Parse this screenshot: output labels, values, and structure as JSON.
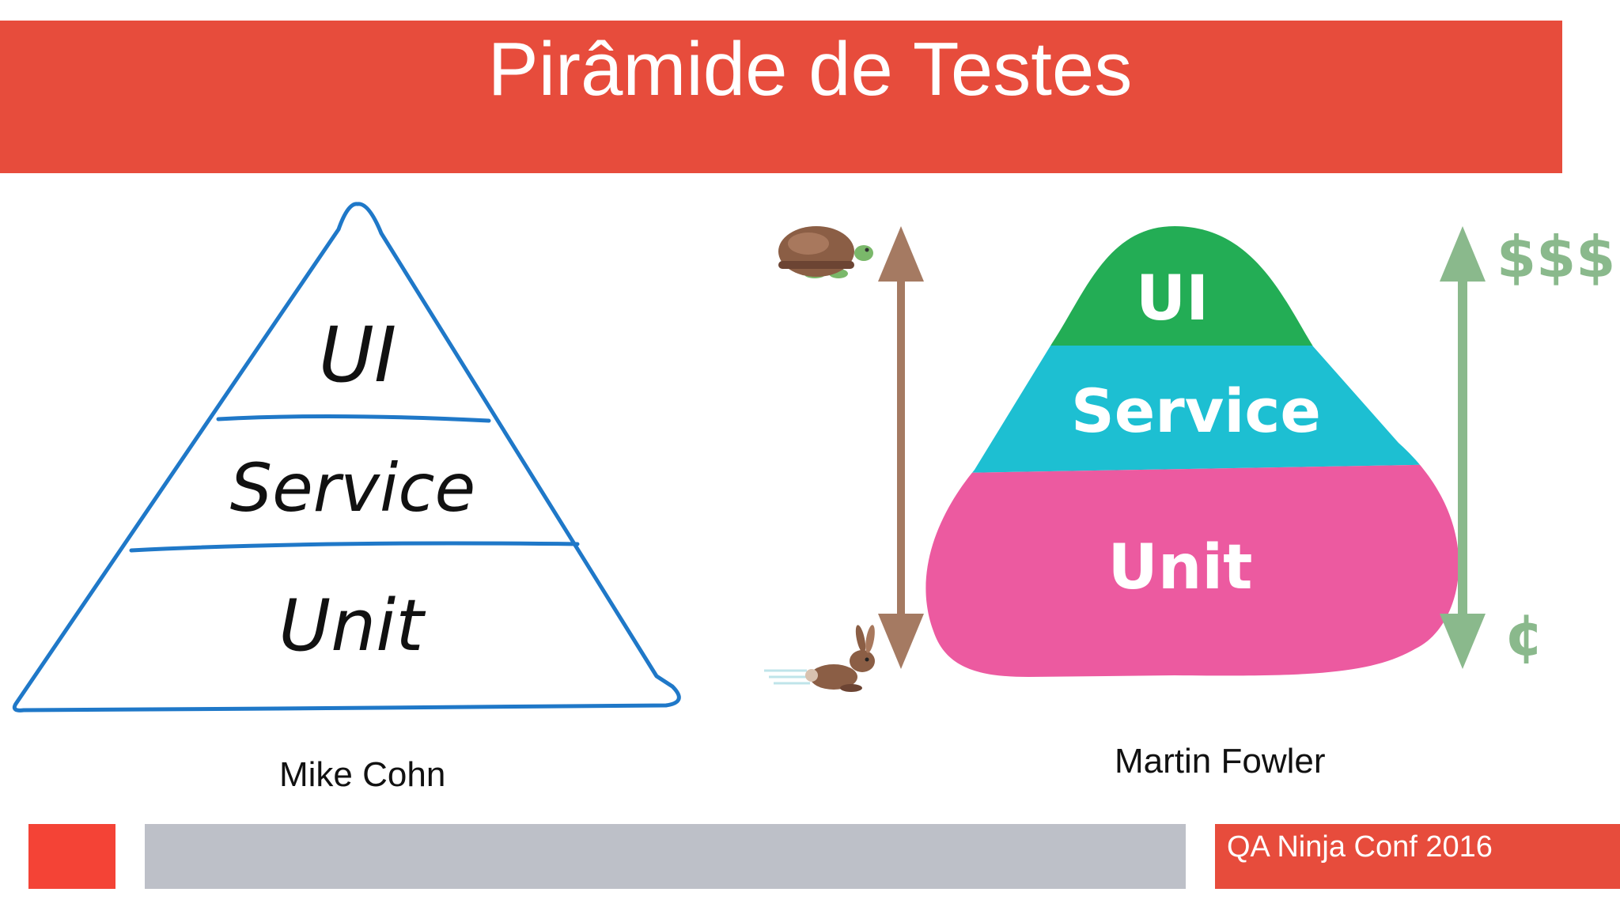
{
  "title": "Pirâmide de Testes",
  "left_pyramid": {
    "layers": [
      "UI",
      "Service",
      "Unit"
    ],
    "caption": "Mike Cohn",
    "stroke_color": "#1f78c8"
  },
  "right_pyramid": {
    "layers": [
      "UI",
      "Service",
      "Unit"
    ],
    "caption": "Martin Fowler",
    "layer_colors": [
      "#23ad55",
      "#1dbfd2",
      "#ec5aa0"
    ],
    "speed_icons": [
      "turtle-icon",
      "rabbit-icon"
    ],
    "cost_labels": [
      "$$$",
      "¢"
    ],
    "speed_arrow_color": "#a57a62",
    "cost_arrow_color": "#8ab98c"
  },
  "footer": {
    "text": "QA Ninja Conf 2016"
  },
  "colors": {
    "title_bar": "#e74c3c",
    "footer_gray": "#bdc0c8",
    "footer_square": "#f44336"
  }
}
